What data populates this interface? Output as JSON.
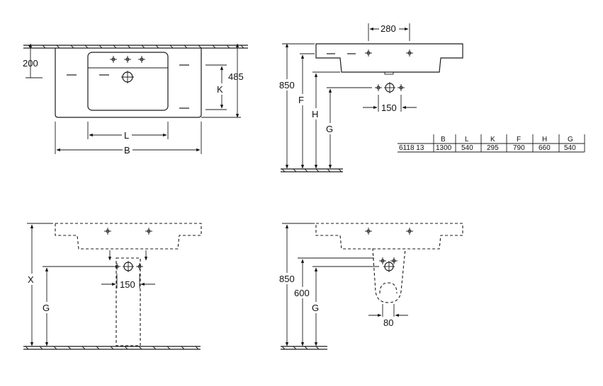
{
  "top_view": {
    "dim_200": "200",
    "dim_485": "485",
    "label_k": "K",
    "label_l": "L",
    "label_b": "B"
  },
  "side_view": {
    "dim_280": "280",
    "dim_850": "850",
    "label_f": "F",
    "label_h": "H",
    "label_g": "G",
    "dim_150": "150"
  },
  "table": {
    "headers": [
      "",
      "B",
      "L",
      "K",
      "F",
      "H",
      "G"
    ],
    "rows": [
      [
        "6118 13",
        "1300",
        "540",
        "295",
        "790",
        "660",
        "540"
      ]
    ]
  },
  "front_pedestal": {
    "label_x": "X",
    "label_g": "G",
    "dim_150": "150"
  },
  "side_siphon": {
    "dim_850": "850",
    "dim_600": "600",
    "label_g": "G",
    "dim_80": "80"
  }
}
